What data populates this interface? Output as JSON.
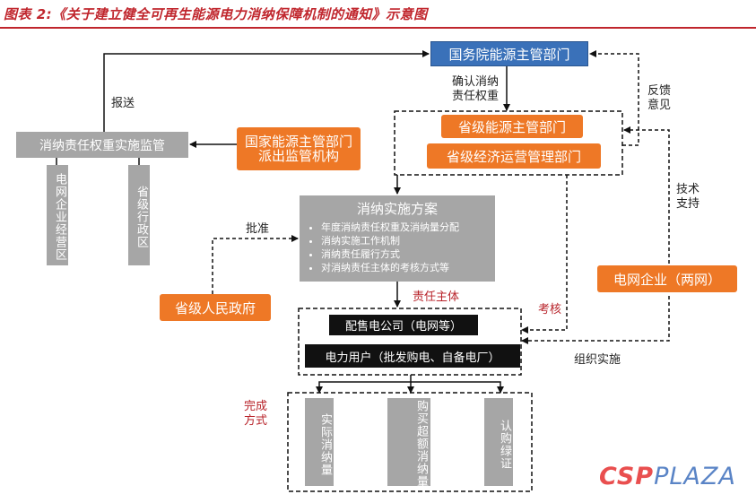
{
  "header": {
    "title": "图表 2:《关于建立健全可再生能源电力消纳保障机制的通知》示意图"
  },
  "nodes": {
    "state_council": "国务院能源主管部门",
    "provincial_energy": "省级能源主管部门",
    "provincial_economic": "省级经济运营管理部门",
    "national_dispatch": "国家能源主管部门派出监管机构",
    "monitoring": "消纳责任权重实施监管",
    "grid_area": "电网企业经营区",
    "admin_area": "省级行政区",
    "plan_title": "消纳实施方案",
    "plan_items": [
      "年度消纳责任权重及消纳量分配",
      "消纳实施工作机制",
      "消纳责任履行方式",
      "对消纳责任主体的考核方式等"
    ],
    "provincial_gov": "省级人民政府",
    "grid_company": "电网企业（两网）",
    "sales_company": "配售电公司（电网等）",
    "power_users": "电力用户（批发购电、自备电厂）",
    "actual": "实际消纳量",
    "excess": "购买超额消纳量",
    "green_cert": "认购绿证"
  },
  "labels": {
    "report": "报送",
    "confirm": "确认消纳责任权重",
    "feedback": "反馈意见",
    "tech_support": "技术支持",
    "approve": "批准",
    "responsible": "责任主体",
    "assess": "考核",
    "organize": "组织实施",
    "completion": "完成方式"
  },
  "logo": {
    "part1": "CSP",
    "part2": "PLAZA"
  },
  "colors": {
    "blue": "#3a71b9",
    "orange": "#ee7826",
    "grey": "#a6a6a6",
    "black": "#111111",
    "accent_red": "#c0262d"
  }
}
